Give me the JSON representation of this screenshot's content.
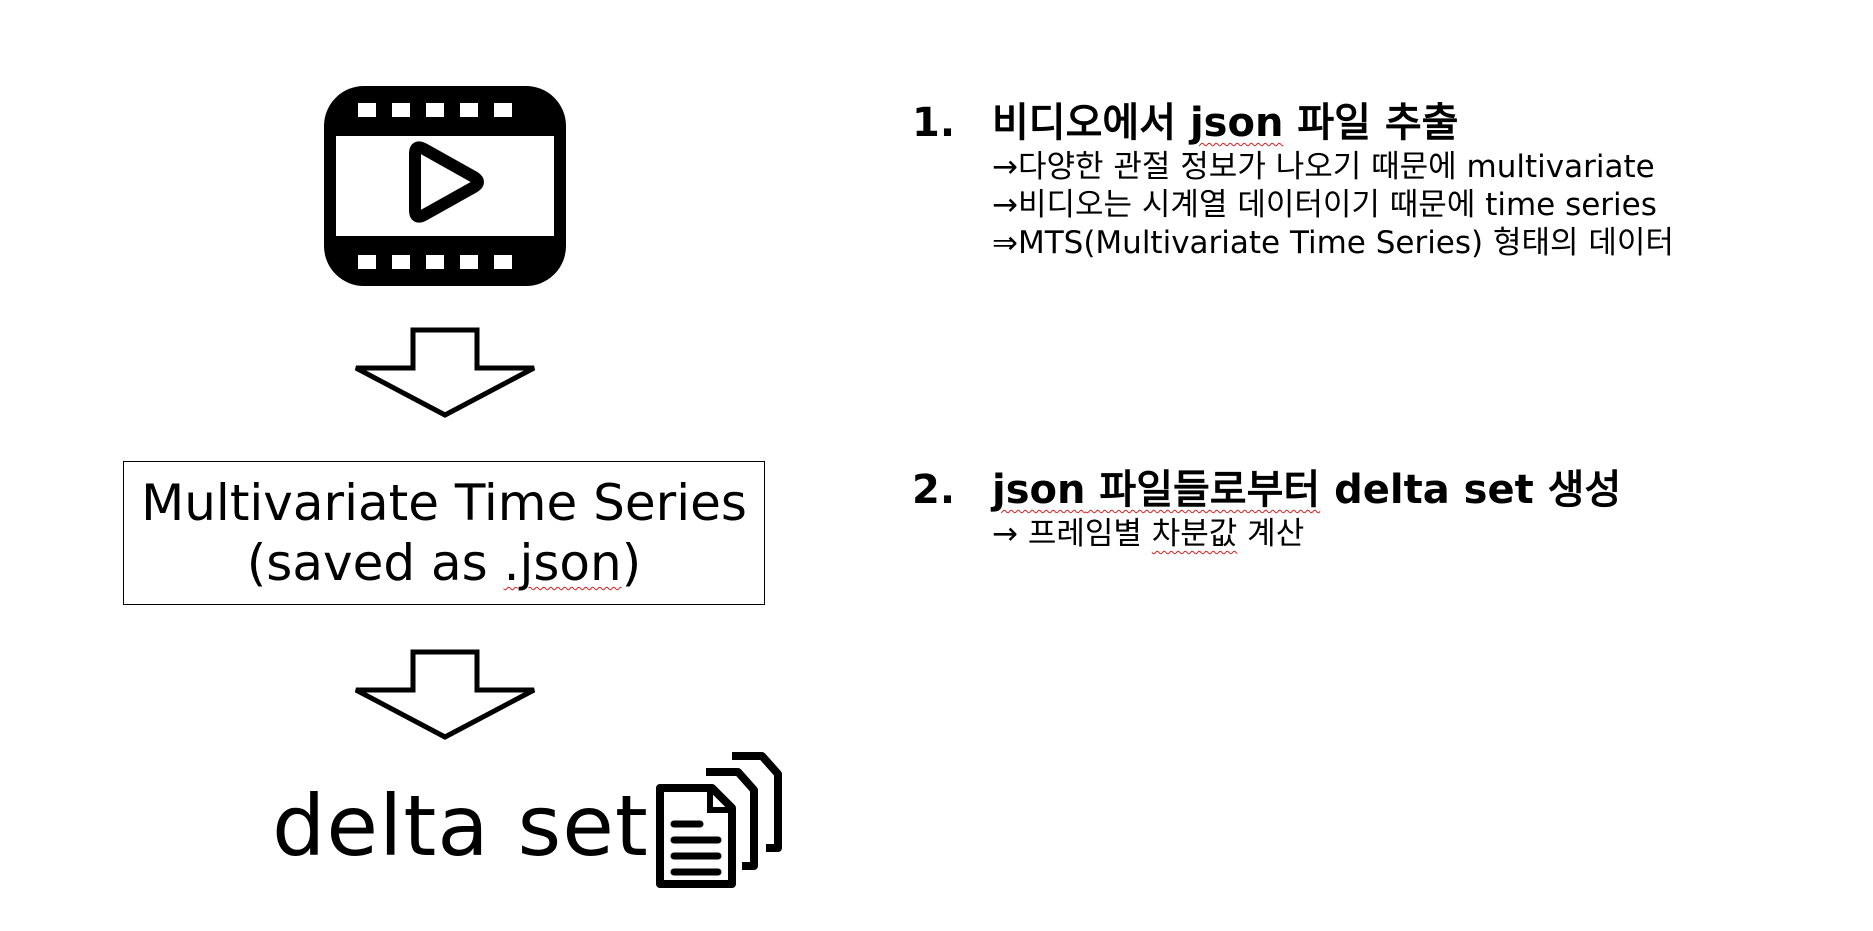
{
  "flow": {
    "box_line1": "Multivariate Time Series",
    "box_line2_prefix": "(saved as ",
    "box_line2_json": ".json",
    "box_line2_suffix": ")",
    "output_label": "delta set",
    "icons": [
      "video-play-icon",
      "down-arrow-icon",
      "down-arrow-icon",
      "document-stack-icon"
    ]
  },
  "steps": [
    {
      "number": "1.",
      "title_a": "비디오에서 ",
      "title_b": "json",
      "title_c": " 파일 추출",
      "lines": [
        "→다양한 관절 정보가 나오기 때문에 multivariate",
        "→비디오는 시계열 데이터이기 때문에 time series",
        "⇒MTS(Multivariate Time Series) 형태의 데이터"
      ]
    },
    {
      "number": "2.",
      "title_a": "json",
      "title_b": " 파일들로부터",
      "title_c": " delta set 생성",
      "line_a": "→ 프레임별 ",
      "line_b": "차분값",
      "line_c": " 계산"
    }
  ]
}
